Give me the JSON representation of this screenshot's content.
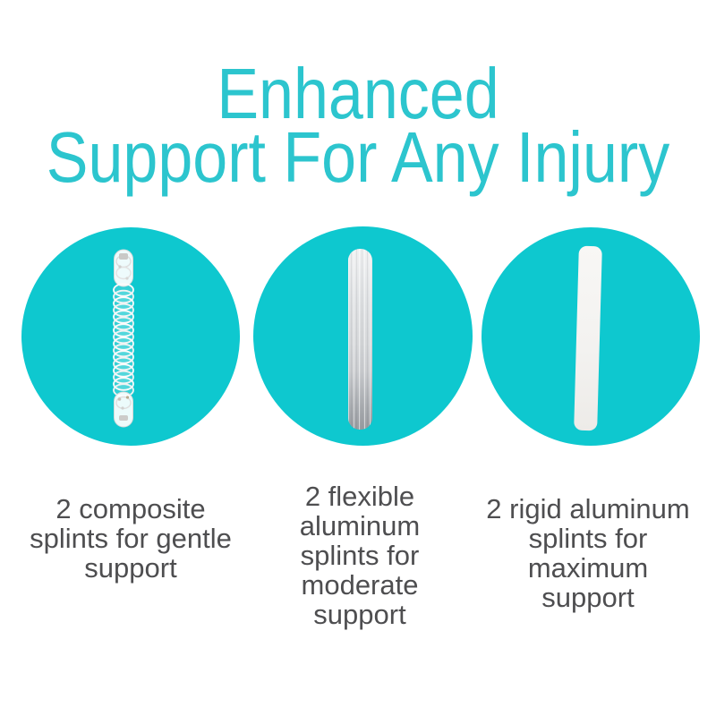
{
  "theme": {
    "background": "#ffffff",
    "heading_color": "#2cc5ce",
    "circle_color": "#0ec8cf",
    "caption_color": "#4e4e50"
  },
  "heading": {
    "line1": "Enhanced",
    "line2": "Support For Any Injury"
  },
  "features": [
    {
      "icon": "composite-splint-coil-icon",
      "caption": "2 composite splints for gentle support",
      "caption_lines": [
        "2 composite",
        "splints for gentle",
        "support"
      ]
    },
    {
      "icon": "flexible-aluminum-splint-icon",
      "caption": "2 flexible aluminum splints for moderate support",
      "caption_lines": [
        "2 flexible",
        "aluminum",
        "splints for",
        "moderate",
        "support"
      ]
    },
    {
      "icon": "rigid-aluminum-splint-icon",
      "caption": "2 rigid aluminum splints for maximum support",
      "caption_lines": [
        "2 rigid aluminum",
        "splints for",
        "maximum",
        "support"
      ]
    }
  ]
}
